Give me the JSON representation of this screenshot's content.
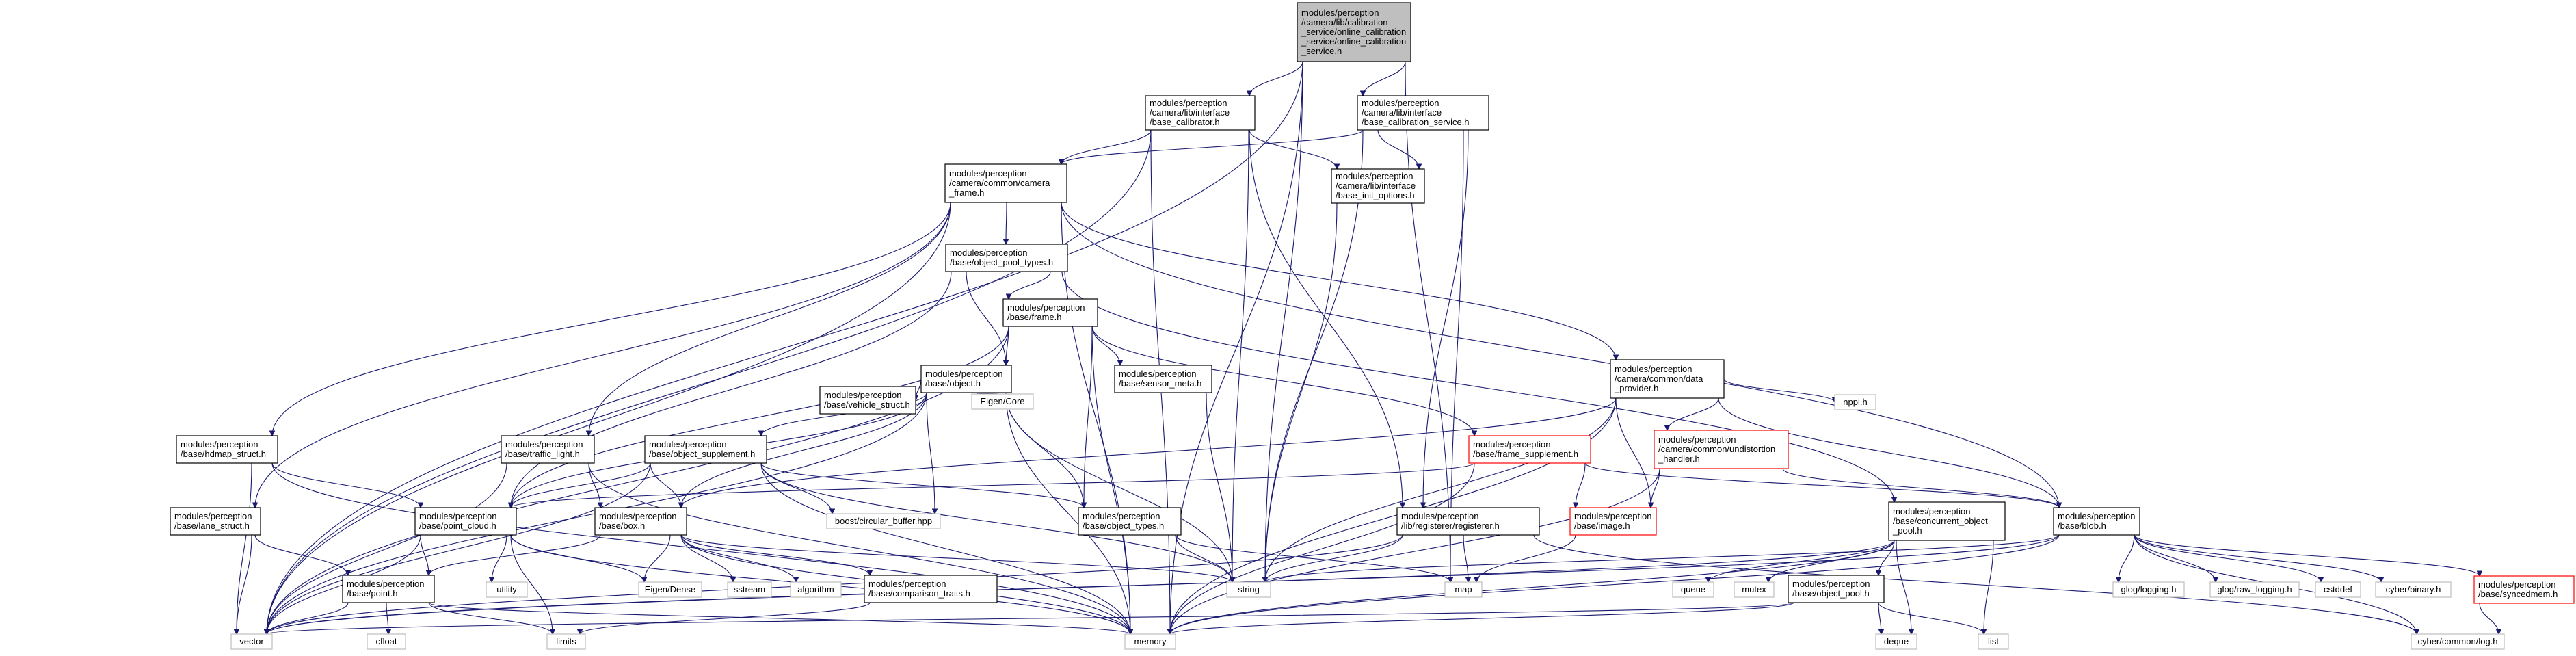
{
  "colors": {
    "root_fill": "#bfbfbf",
    "node_border": "#000000",
    "missing_border": "#ff0000",
    "system_border": "#bfbfbf",
    "edge": "#191970",
    "text": "#000000"
  },
  "nodes": [
    {
      "id": "root",
      "kind": "root",
      "lines": [
        "modules/perception",
        "/camera/lib/calibration",
        "_service/online_calibration",
        "_service/online_calibration",
        "_service.h"
      ]
    },
    {
      "id": "base_calibrator",
      "kind": "doc",
      "lines": [
        "modules/perception",
        "/camera/lib/interface",
        "/base_calibrator.h"
      ]
    },
    {
      "id": "base_calibration_service",
      "kind": "doc",
      "lines": [
        "modules/perception",
        "/camera/lib/interface",
        "/base_calibration_service.h"
      ]
    },
    {
      "id": "camera_frame",
      "kind": "doc",
      "lines": [
        "modules/perception",
        "/camera/common/camera",
        "_frame.h"
      ]
    },
    {
      "id": "base_init_options",
      "kind": "doc",
      "lines": [
        "modules/perception",
        "/camera/lib/interface",
        "/base_init_options.h"
      ]
    },
    {
      "id": "object_pool_types",
      "kind": "doc",
      "lines": [
        "modules/perception",
        "/base/object_pool_types.h"
      ]
    },
    {
      "id": "frame",
      "kind": "doc",
      "lines": [
        "modules/perception",
        "/base/frame.h"
      ]
    },
    {
      "id": "object",
      "kind": "doc",
      "lines": [
        "modules/perception",
        "/base/object.h"
      ]
    },
    {
      "id": "sensor_meta",
      "kind": "doc",
      "lines": [
        "modules/perception",
        "/base/sensor_meta.h"
      ]
    },
    {
      "id": "data_provider",
      "kind": "doc",
      "lines": [
        "modules/perception",
        "/camera/common/data",
        "_provider.h"
      ]
    },
    {
      "id": "hdmap_struct",
      "kind": "doc",
      "lines": [
        "modules/perception",
        "/base/hdmap_struct.h"
      ]
    },
    {
      "id": "traffic_light",
      "kind": "doc",
      "lines": [
        "modules/perception",
        "/base/traffic_light.h"
      ]
    },
    {
      "id": "object_supplement",
      "kind": "doc",
      "lines": [
        "modules/perception",
        "/base/object_supplement.h"
      ]
    },
    {
      "id": "vehicle_struct",
      "kind": "doc",
      "lines": [
        "modules/perception",
        "/base/vehicle_struct.h"
      ]
    },
    {
      "id": "eigen_core",
      "kind": "system",
      "lines": [
        "Eigen/Core"
      ]
    },
    {
      "id": "frame_supplement",
      "kind": "missing",
      "lines": [
        "modules/perception",
        "/base/frame_supplement.h"
      ]
    },
    {
      "id": "undistortion_handler",
      "kind": "missing",
      "lines": [
        "modules/perception",
        "/camera/common/undistortion",
        "_handler.h"
      ]
    },
    {
      "id": "nppi",
      "kind": "system",
      "lines": [
        "nppi.h"
      ]
    },
    {
      "id": "lane_struct",
      "kind": "doc",
      "lines": [
        "modules/perception",
        "/base/lane_struct.h"
      ]
    },
    {
      "id": "point_cloud",
      "kind": "doc",
      "lines": [
        "modules/perception",
        "/base/point_cloud.h"
      ]
    },
    {
      "id": "box",
      "kind": "doc",
      "lines": [
        "modules/perception",
        "/base/box.h"
      ]
    },
    {
      "id": "boost_cb",
      "kind": "system",
      "lines": [
        "boost/circular_buffer.hpp"
      ]
    },
    {
      "id": "object_types",
      "kind": "doc",
      "lines": [
        "modules/perception",
        "/base/object_types.h"
      ]
    },
    {
      "id": "image",
      "kind": "missing",
      "lines": [
        "modules/perception",
        "/base/image.h"
      ]
    },
    {
      "id": "registerer",
      "kind": "doc",
      "lines": [
        "modules/perception",
        "/lib/registerer/registerer.h"
      ]
    },
    {
      "id": "concurrent_object_pool",
      "kind": "doc",
      "lines": [
        "modules/perception",
        "/base/concurrent_object",
        "_pool.h"
      ]
    },
    {
      "id": "blob",
      "kind": "doc",
      "lines": [
        "modules/perception",
        "/base/blob.h"
      ]
    },
    {
      "id": "syncedmem",
      "kind": "missing",
      "lines": [
        "modules/perception",
        "/base/syncedmem.h"
      ]
    },
    {
      "id": "point",
      "kind": "doc",
      "lines": [
        "modules/perception",
        "/base/point.h"
      ]
    },
    {
      "id": "utility",
      "kind": "system",
      "lines": [
        "utility"
      ]
    },
    {
      "id": "eigen_dense",
      "kind": "system",
      "lines": [
        "Eigen/Dense"
      ]
    },
    {
      "id": "sstream",
      "kind": "system",
      "lines": [
        "sstream"
      ]
    },
    {
      "id": "algorithm",
      "kind": "system",
      "lines": [
        "algorithm"
      ]
    },
    {
      "id": "comparison_traits",
      "kind": "doc",
      "lines": [
        "modules/perception",
        "/base/comparison_traits.h"
      ]
    },
    {
      "id": "string",
      "kind": "system",
      "lines": [
        "string"
      ]
    },
    {
      "id": "map",
      "kind": "system",
      "lines": [
        "map"
      ]
    },
    {
      "id": "queue",
      "kind": "system",
      "lines": [
        "queue"
      ]
    },
    {
      "id": "mutex",
      "kind": "system",
      "lines": [
        "mutex"
      ]
    },
    {
      "id": "object_pool",
      "kind": "doc",
      "lines": [
        "modules/perception",
        "/base/object_pool.h"
      ]
    },
    {
      "id": "glog_logging",
      "kind": "system",
      "lines": [
        "glog/logging.h"
      ]
    },
    {
      "id": "glog_raw_logging",
      "kind": "system",
      "lines": [
        "glog/raw_logging.h"
      ]
    },
    {
      "id": "cstddef",
      "kind": "system",
      "lines": [
        "cstddef"
      ]
    },
    {
      "id": "cyber_binary",
      "kind": "system",
      "lines": [
        "cyber/binary.h"
      ]
    },
    {
      "id": "vector",
      "kind": "system",
      "lines": [
        "vector"
      ]
    },
    {
      "id": "cfloat",
      "kind": "system",
      "lines": [
        "cfloat"
      ]
    },
    {
      "id": "limits",
      "kind": "system",
      "lines": [
        "limits"
      ]
    },
    {
      "id": "memory",
      "kind": "system",
      "lines": [
        "memory"
      ]
    },
    {
      "id": "deque",
      "kind": "system",
      "lines": [
        "deque"
      ]
    },
    {
      "id": "list",
      "kind": "system",
      "lines": [
        "list"
      ]
    },
    {
      "id": "cyber_log",
      "kind": "system",
      "lines": [
        "cyber/common/log.h"
      ]
    }
  ],
  "edges": [
    [
      "root",
      "base_calibrator"
    ],
    [
      "root",
      "base_calibration_service"
    ],
    [
      "root",
      "string"
    ],
    [
      "root",
      "vector"
    ],
    [
      "root",
      "memory"
    ],
    [
      "root",
      "map"
    ],
    [
      "base_calibrator",
      "camera_frame"
    ],
    [
      "base_calibrator",
      "base_init_options"
    ],
    [
      "base_calibrator",
      "registerer"
    ],
    [
      "base_calibrator",
      "string"
    ],
    [
      "base_calibrator",
      "vector"
    ],
    [
      "base_calibrator",
      "memory"
    ],
    [
      "base_calibration_service",
      "camera_frame"
    ],
    [
      "base_calibration_service",
      "base_init_options"
    ],
    [
      "base_calibration_service",
      "registerer"
    ],
    [
      "base_calibration_service",
      "string"
    ],
    [
      "base_calibration_service",
      "map"
    ],
    [
      "camera_frame",
      "object_pool_types"
    ],
    [
      "camera_frame",
      "data_provider"
    ],
    [
      "camera_frame",
      "hdmap_struct"
    ],
    [
      "camera_frame",
      "traffic_light"
    ],
    [
      "camera_frame",
      "lane_struct"
    ],
    [
      "camera_frame",
      "blob"
    ],
    [
      "camera_frame",
      "memory"
    ],
    [
      "camera_frame",
      "vector"
    ],
    [
      "base_init_options",
      "string"
    ],
    [
      "object_pool_types",
      "frame"
    ],
    [
      "object_pool_types",
      "object"
    ],
    [
      "object_pool_types",
      "point_cloud"
    ],
    [
      "object_pool_types",
      "concurrent_object_pool"
    ],
    [
      "frame",
      "object"
    ],
    [
      "frame",
      "sensor_meta"
    ],
    [
      "frame",
      "frame_supplement"
    ],
    [
      "frame",
      "point_cloud"
    ],
    [
      "frame",
      "object_types"
    ],
    [
      "frame",
      "vector"
    ],
    [
      "frame",
      "memory"
    ],
    [
      "object",
      "object_supplement"
    ],
    [
      "object",
      "vehicle_struct"
    ],
    [
      "object",
      "eigen_core"
    ],
    [
      "object",
      "boost_cb"
    ],
    [
      "object",
      "object_types"
    ],
    [
      "object",
      "point_cloud"
    ],
    [
      "object",
      "box"
    ],
    [
      "object",
      "string"
    ],
    [
      "object",
      "vector"
    ],
    [
      "object",
      "memory"
    ],
    [
      "sensor_meta",
      "string"
    ],
    [
      "data_provider",
      "undistortion_handler"
    ],
    [
      "data_provider",
      "nppi"
    ],
    [
      "data_provider",
      "image"
    ],
    [
      "data_provider",
      "blob"
    ],
    [
      "data_provider",
      "box"
    ],
    [
      "data_provider",
      "string"
    ],
    [
      "data_provider",
      "memory"
    ],
    [
      "hdmap_struct",
      "point_cloud"
    ],
    [
      "hdmap_struct",
      "vector"
    ],
    [
      "hdmap_struct",
      "memory"
    ],
    [
      "traffic_light",
      "box"
    ],
    [
      "traffic_light",
      "vector"
    ],
    [
      "traffic_light",
      "memory"
    ],
    [
      "object_supplement",
      "box"
    ],
    [
      "object_supplement",
      "object_types"
    ],
    [
      "object_supplement",
      "point_cloud"
    ],
    [
      "object_supplement",
      "boost_cb"
    ],
    [
      "object_supplement",
      "string"
    ],
    [
      "object_supplement",
      "vector"
    ],
    [
      "object_supplement",
      "memory"
    ],
    [
      "frame_supplement",
      "image"
    ],
    [
      "frame_supplement",
      "blob"
    ],
    [
      "frame_supplement",
      "point_cloud"
    ],
    [
      "frame_supplement",
      "memory"
    ],
    [
      "undistortion_handler",
      "image"
    ],
    [
      "undistortion_handler",
      "blob"
    ],
    [
      "undistortion_handler",
      "memory"
    ],
    [
      "lane_struct",
      "point"
    ],
    [
      "lane_struct",
      "vector"
    ],
    [
      "point_cloud",
      "point"
    ],
    [
      "point_cloud",
      "utility"
    ],
    [
      "point_cloud",
      "eigen_dense"
    ],
    [
      "point_cloud",
      "vector"
    ],
    [
      "point_cloud",
      "memory"
    ],
    [
      "point_cloud",
      "limits"
    ],
    [
      "box",
      "point"
    ],
    [
      "box",
      "eigen_dense"
    ],
    [
      "box",
      "sstream"
    ],
    [
      "box",
      "algorithm"
    ],
    [
      "box",
      "comparison_traits"
    ],
    [
      "box",
      "string"
    ],
    [
      "box",
      "memory"
    ],
    [
      "object_types",
      "string"
    ],
    [
      "object_types",
      "map"
    ],
    [
      "image",
      "map"
    ],
    [
      "registerer",
      "string"
    ],
    [
      "registerer",
      "map"
    ],
    [
      "registerer",
      "vector"
    ],
    [
      "registerer",
      "cyber_log"
    ],
    [
      "concurrent_object_pool",
      "object_pool"
    ],
    [
      "concurrent_object_pool",
      "queue"
    ],
    [
      "concurrent_object_pool",
      "mutex"
    ],
    [
      "concurrent_object_pool",
      "deque"
    ],
    [
      "concurrent_object_pool",
      "list"
    ],
    [
      "concurrent_object_pool",
      "vector"
    ],
    [
      "concurrent_object_pool",
      "memory"
    ],
    [
      "blob",
      "syncedmem"
    ],
    [
      "blob",
      "glog_logging"
    ],
    [
      "blob",
      "glog_raw_logging"
    ],
    [
      "blob",
      "cstddef"
    ],
    [
      "blob",
      "cyber_binary"
    ],
    [
      "blob",
      "cyber_log"
    ],
    [
      "blob",
      "string"
    ],
    [
      "blob",
      "vector"
    ],
    [
      "blob",
      "memory"
    ],
    [
      "syncedmem",
      "cyber_log"
    ],
    [
      "point",
      "cfloat"
    ],
    [
      "point",
      "limits"
    ],
    [
      "point",
      "vector"
    ],
    [
      "point",
      "memory"
    ],
    [
      "comparison_traits",
      "limits"
    ],
    [
      "object_pool",
      "deque"
    ],
    [
      "object_pool",
      "list"
    ],
    [
      "object_pool",
      "vector"
    ],
    [
      "object_pool",
      "memory"
    ]
  ]
}
